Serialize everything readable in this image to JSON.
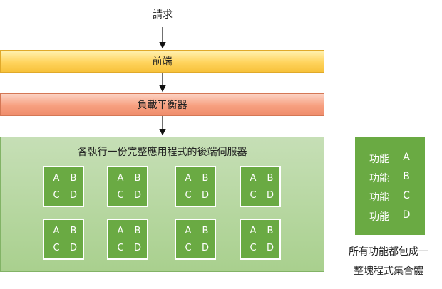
{
  "request_label": "請求",
  "frontend_label": "前端",
  "load_balancer_label": "負載平衡器",
  "servers_title": "各執行一份完整應用程式的後端伺服器",
  "servers": [
    {
      "a": "A",
      "b": "B",
      "c": "C",
      "d": "D"
    },
    {
      "a": "A",
      "b": "B",
      "c": "C",
      "d": "D"
    },
    {
      "a": "A",
      "b": "B",
      "c": "C",
      "d": "D"
    },
    {
      "a": "A",
      "b": "B",
      "c": "C",
      "d": "D"
    },
    {
      "a": "A",
      "b": "B",
      "c": "C",
      "d": "D"
    },
    {
      "a": "A",
      "b": "B",
      "c": "C",
      "d": "D"
    },
    {
      "a": "A",
      "b": "B",
      "c": "C",
      "d": "D"
    },
    {
      "a": "A",
      "b": "B",
      "c": "C",
      "d": "D"
    }
  ],
  "legend": [
    {
      "function": "功能",
      "letter": "A"
    },
    {
      "function": "功能",
      "letter": "B"
    },
    {
      "function": "功能",
      "letter": "C"
    },
    {
      "function": "功能",
      "letter": "D"
    }
  ],
  "caption_line1": "所有功能都包成一",
  "caption_line2": "整塊程式集合體",
  "colors": {
    "frontend": "#ffd45e",
    "load_balancer": "#f7a080",
    "servers_area": "#a9d08e",
    "server_box": "#6aaa43"
  }
}
